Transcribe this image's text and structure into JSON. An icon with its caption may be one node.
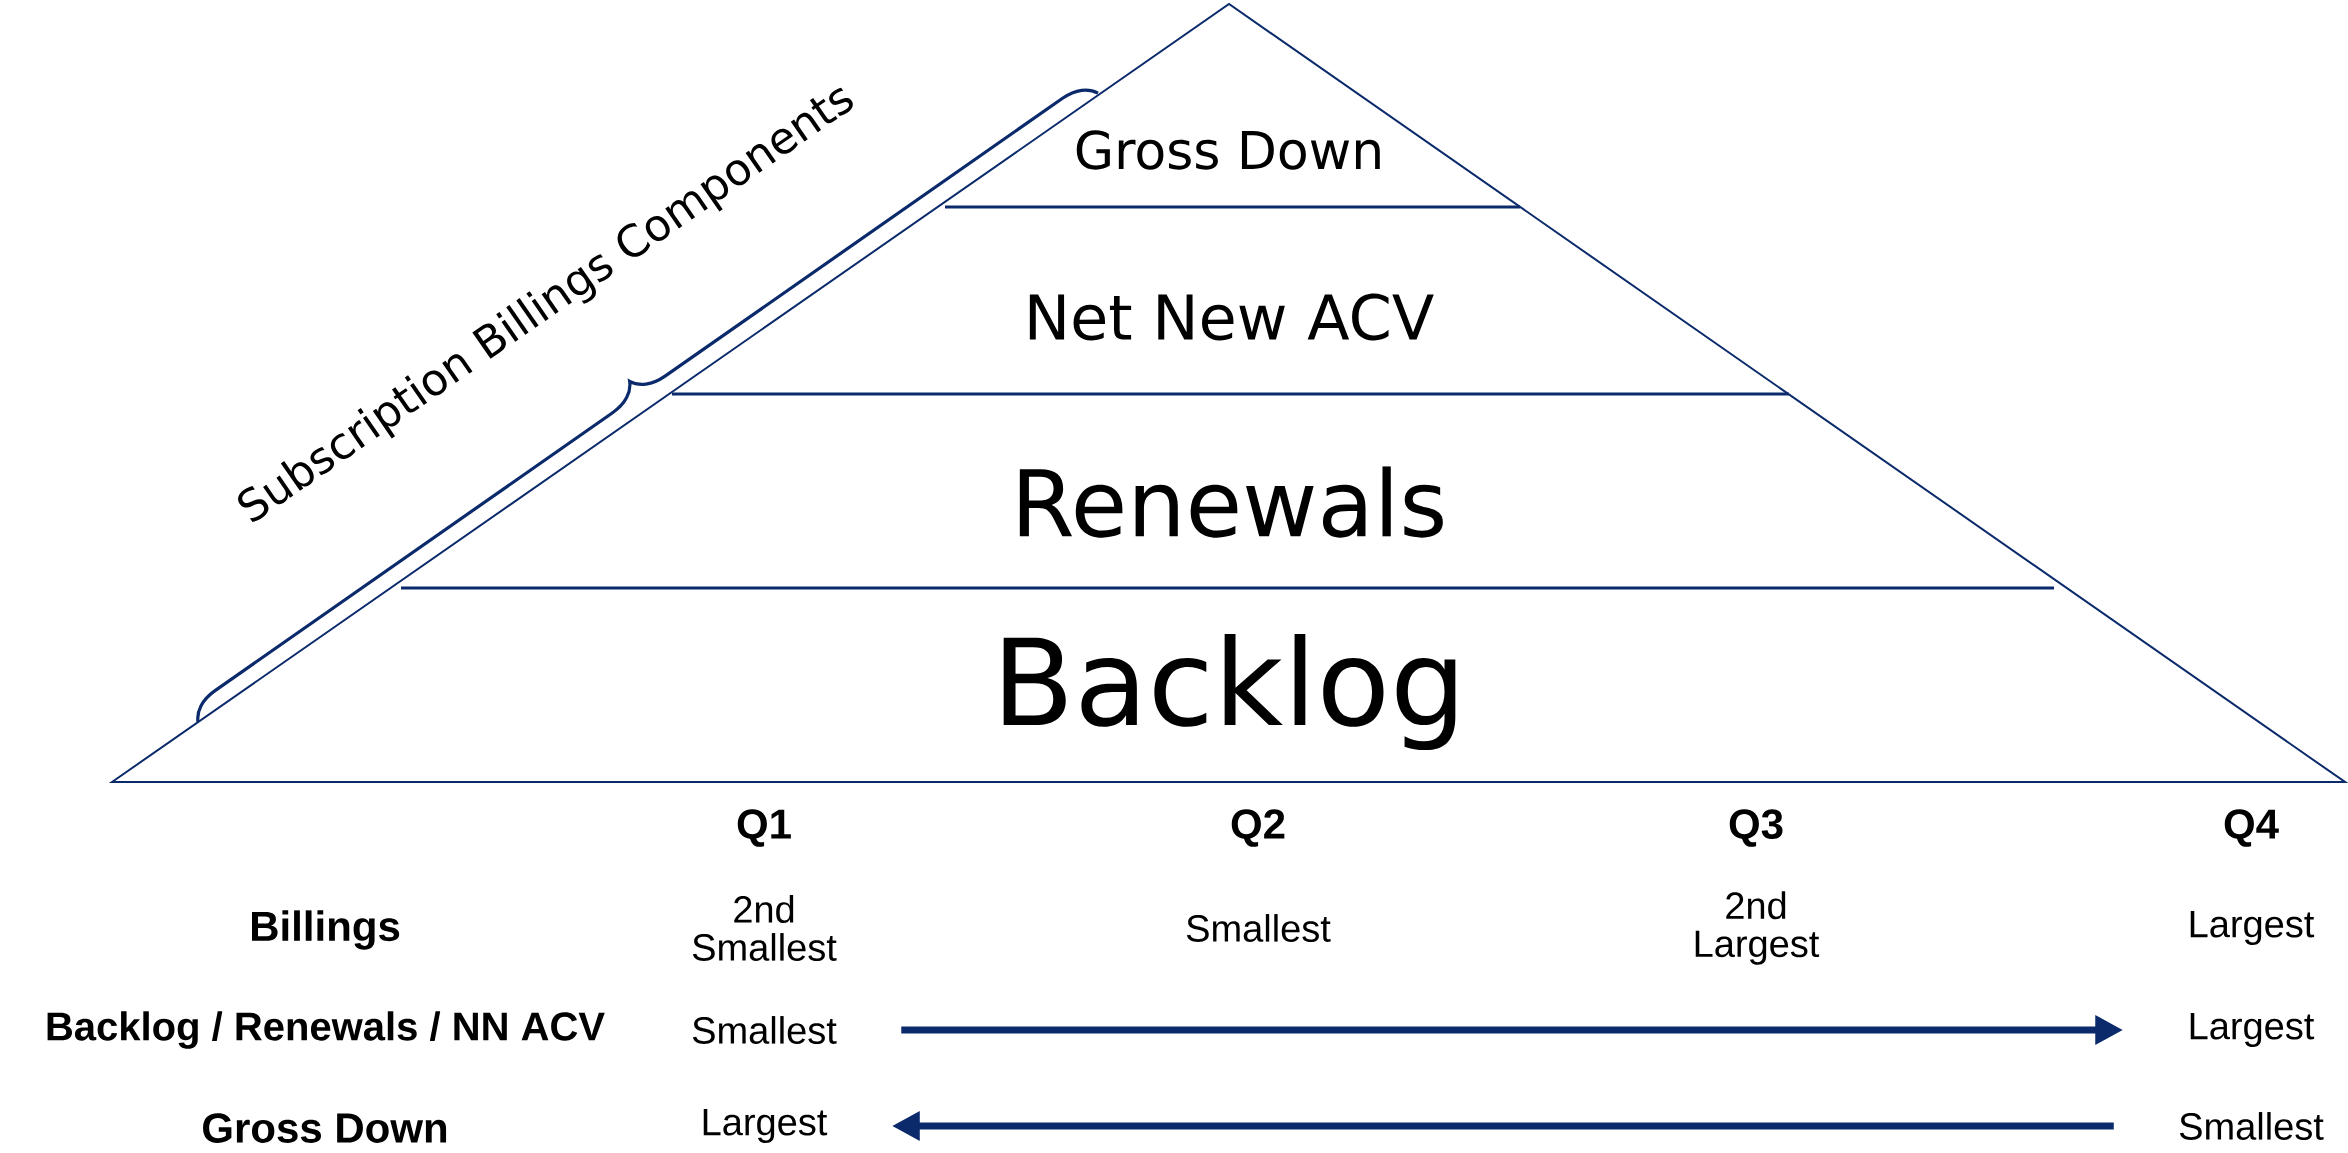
{
  "diagram": {
    "nodes": [
      {
        "text": [
          "Gross Down"
        ]
      },
      {
        "text": [
          "Net New ACV"
        ]
      },
      {
        "text": [
          "Renewals"
        ]
      },
      {
        "text": [
          "Backlog"
        ]
      },
      {
        "text": [
          "Smallest"
        ]
      },
      {
        "text": [
          "Largest"
        ]
      },
      {
        "text": [
          "Largest"
        ]
      },
      {
        "text": [
          "Smallest"
        ]
      }
    ],
    "edges": [
      {
        "from": 4,
        "to": 5,
        "arrow": "to"
      },
      {
        "from": 7,
        "to": 6,
        "arrow": "to"
      }
    ],
    "labels": [
      "Subscription Billings Components",
      "Q1",
      "Q2",
      "Q3",
      "Q4",
      "Billings",
      "2nd Smallest",
      "Smallest",
      "2nd Largest",
      "Largest",
      "Backlog / Renewals / NN ACV",
      "Gross Down"
    ]
  }
}
